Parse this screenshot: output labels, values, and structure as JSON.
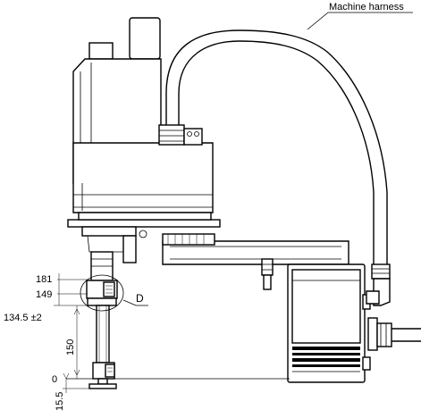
{
  "labels": {
    "machine_harness": "Machine harness",
    "detail_ref": "D"
  },
  "dimensions": {
    "d181": "181",
    "d149": "149",
    "d134": "134.5 ±2",
    "d150": "150",
    "d0": "0",
    "d155": "15.5"
  }
}
